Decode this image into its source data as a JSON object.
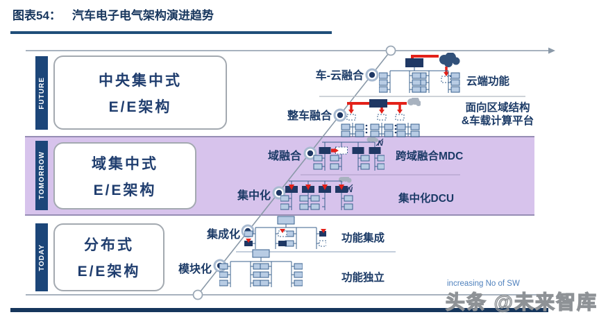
{
  "header": {
    "figure_label": "图表54：",
    "title": "汽车电子电气架构演进趋势"
  },
  "bands": [
    {
      "era": "FUTURE",
      "line1": "中央集中式",
      "line2": "E/E架构"
    },
    {
      "era": "TOMORROW",
      "line1": "域集中式",
      "line2": "E/E架构"
    },
    {
      "era": "TODAY",
      "line1": "分布式",
      "line2": "E/E架构"
    }
  ],
  "milestones": [
    {
      "label": "车-云融合"
    },
    {
      "label": "整车融合"
    },
    {
      "label": "域融合"
    },
    {
      "label": "集中化"
    },
    {
      "label": "集成化"
    },
    {
      "label": "模块化"
    }
  ],
  "outcomes": [
    {
      "line1": "云端功能"
    },
    {
      "line1": "面向区域结构",
      "line2": "&车载计算平台"
    },
    {
      "line1": "跨域融合MDC"
    },
    {
      "line1": "集中化DCU"
    },
    {
      "line1": "功能集成"
    },
    {
      "line1": "功能独立"
    }
  ],
  "axis": {
    "note": "increasing No of SW"
  },
  "watermark": {
    "text": "头条 @未来智库"
  },
  "symbols": {
    "network": "N"
  },
  "colors": {
    "title_navy": "#17365d",
    "band_purple": "#d7c3ec",
    "bar_navy": "#1c4679",
    "highlight_red": "#e32119",
    "ecu_blue": "#b8cce4",
    "axis_gray": "#8a99a8"
  }
}
